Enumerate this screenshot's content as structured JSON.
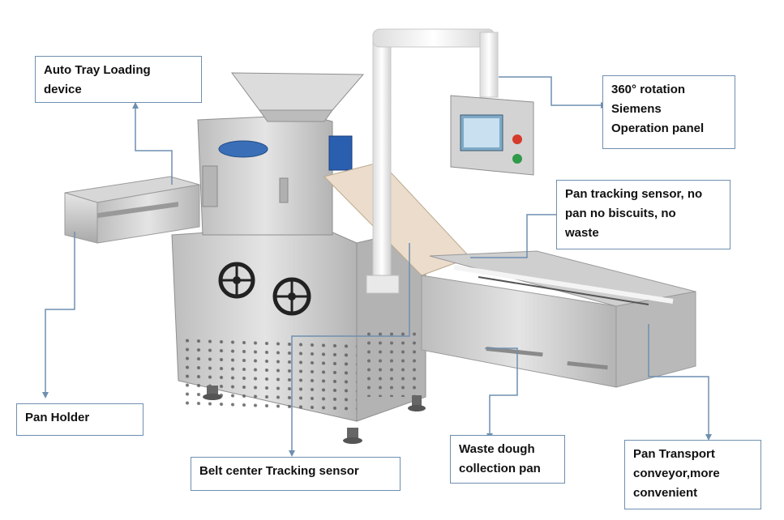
{
  "colors": {
    "callout_border": "#6f8fb0",
    "leader_line": "#6f8fb0",
    "steel": "#c9c9c9",
    "control_button_red": "#d63a2b",
    "control_button_green": "#2f9a4a"
  },
  "callouts": {
    "auto_tray": [
      "Auto Tray Loading",
      "device"
    ],
    "operation_panel": [
      "360° rotation",
      "Siemens",
      "Operation panel"
    ],
    "pan_tracking": [
      "Pan tracking sensor, no",
      "pan no biscuits, no",
      "waste"
    ],
    "pan_holder": [
      "Pan Holder"
    ],
    "belt_center": [
      "Belt center Tracking sensor"
    ],
    "waste_dough": [
      "Waste dough",
      "collection pan"
    ],
    "pan_transport": [
      "Pan Transport",
      "conveyor,more",
      "convenient"
    ]
  },
  "machine": {
    "icons": [
      "hopper-icon",
      "handwheel-icon",
      "control-panel-icon",
      "conveyor-icon"
    ]
  }
}
